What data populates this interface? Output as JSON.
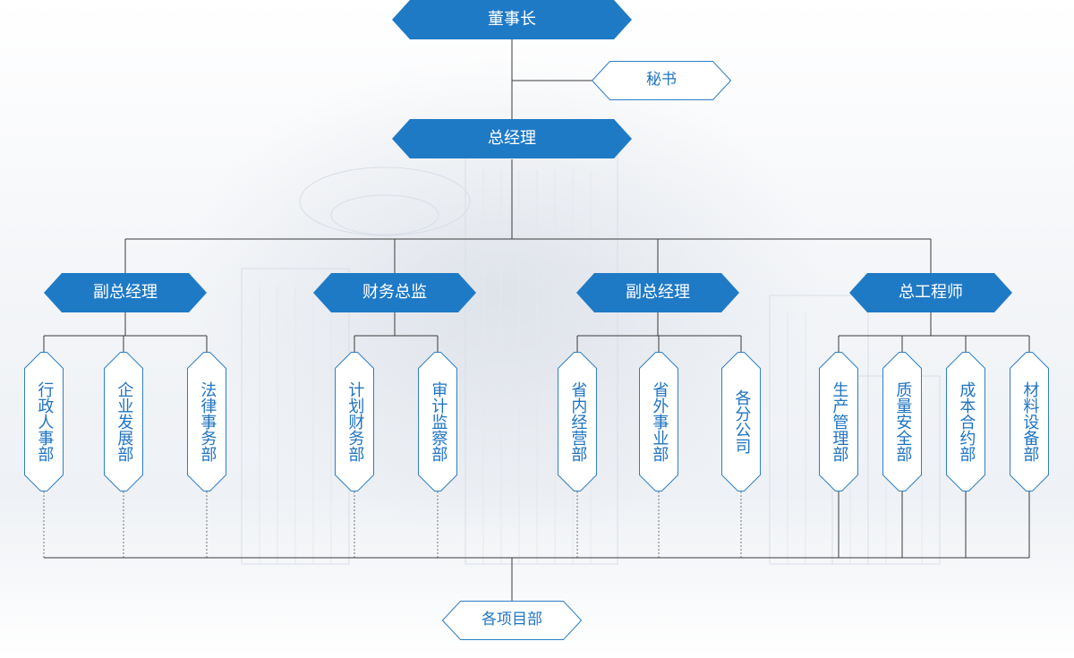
{
  "colors": {
    "accent": "#1f7ac6",
    "outline": "#2e7fc4",
    "text_on_light": "#1f74c1",
    "line": "#3a3a3a"
  },
  "org": {
    "chairman": "董事长",
    "secretary": "秘书",
    "general_manager": "总经理",
    "managers": [
      {
        "title": "副总经理",
        "departments": [
          "行政人事部",
          "企业发展部",
          "法律事务部"
        ]
      },
      {
        "title": "财务总监",
        "departments": [
          "计划财务部",
          "审计监察部"
        ]
      },
      {
        "title": "副总经理",
        "departments": [
          "省内经营部",
          "省外事业部",
          "各分公司"
        ]
      },
      {
        "title": "总工程师",
        "departments": [
          "生产管理部",
          "质量安全部",
          "成本合约部",
          "材料设备部"
        ]
      }
    ],
    "projects": "各项目部"
  }
}
